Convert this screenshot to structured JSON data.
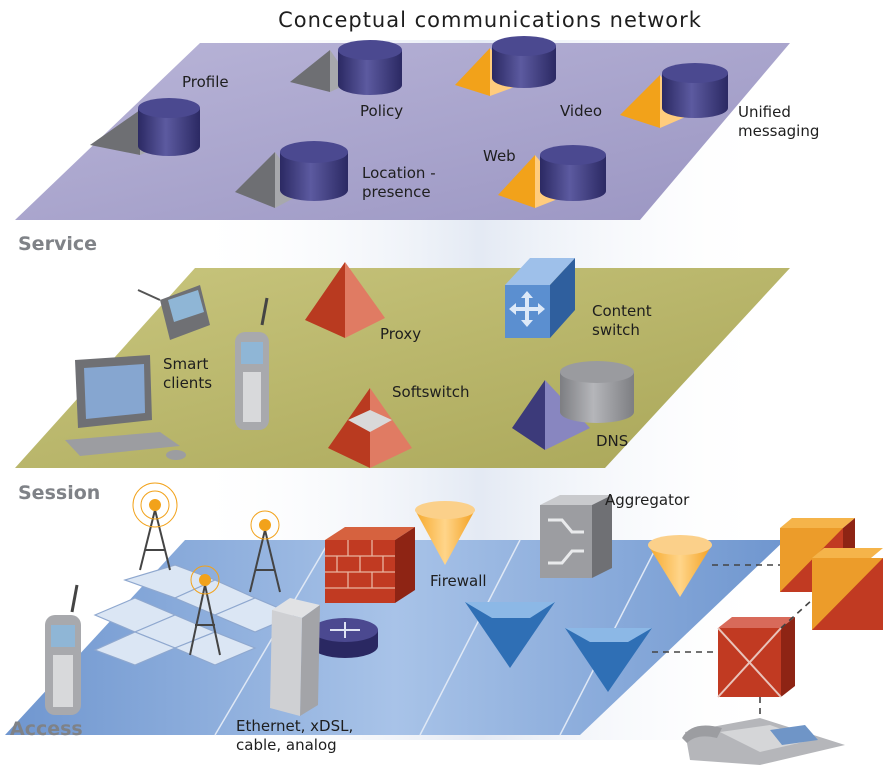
{
  "title": "Conceptual communications network",
  "layers": {
    "service": "Service",
    "session": "Session",
    "access": "Access"
  },
  "service_labels": {
    "profile": "Profile",
    "policy": "Policy",
    "video": "Video",
    "unified_messaging": "Unified\nmessaging",
    "location_presence": "Location -\npresence",
    "web": "Web"
  },
  "session_labels": {
    "smart_clients": "Smart\nclients",
    "proxy": "Proxy",
    "content_switch": "Content\nswitch",
    "softswitch": "Softswitch",
    "dns": "DNS"
  },
  "access_labels": {
    "firewall": "Firewall",
    "aggregator": "Aggregator",
    "ethernet": "Ethernet, xDSL,\ncable, analog"
  },
  "colors": {
    "service_plane": "#a9a4cc",
    "session_plane": "#b6b364",
    "access_plane": "#7ea3d6",
    "gray_pyramid": "#8e8f93",
    "orange_pyramid": "#f0a020",
    "database": "#3c3a7a",
    "red_pyramid": "#c43a22",
    "content_switch": "#5b8fd0"
  }
}
